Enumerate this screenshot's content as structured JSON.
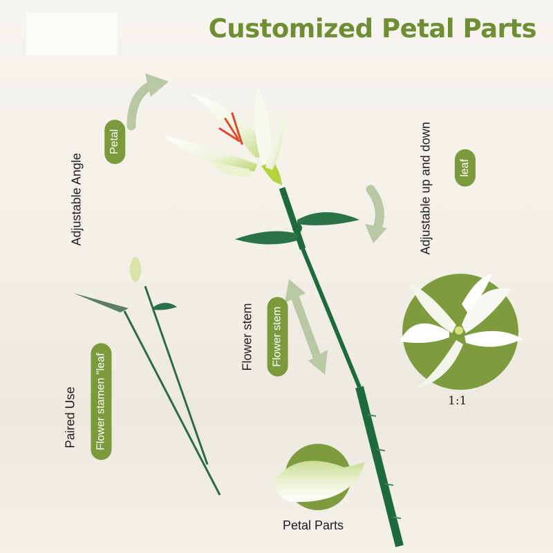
{
  "headline": "Customized Petal Parts",
  "labels": {
    "adjustable_angle": "Adjustable Angle",
    "petal_pill": "Petal",
    "adjustable_up_down": "Adjustable up and down",
    "leaf_pill": "leaf",
    "flower_stem": "Flower stem",
    "flower_stem_pill": "Flower stem",
    "paired_use": "Paired Use",
    "stamen_leaf_pill": "Flower stamen \"leaf",
    "ratio": "1:1",
    "petal_parts": "Petal Parts"
  },
  "colors": {
    "headline": "#6e8d34",
    "pill": "#7a9a3c",
    "stem": "#1f6a3c",
    "leaf": "#2a7248",
    "arrow": "#b8c7a4"
  },
  "icons": [
    "curved-arrow-up-icon",
    "curved-arrow-down-icon",
    "double-arrow-icon"
  ]
}
